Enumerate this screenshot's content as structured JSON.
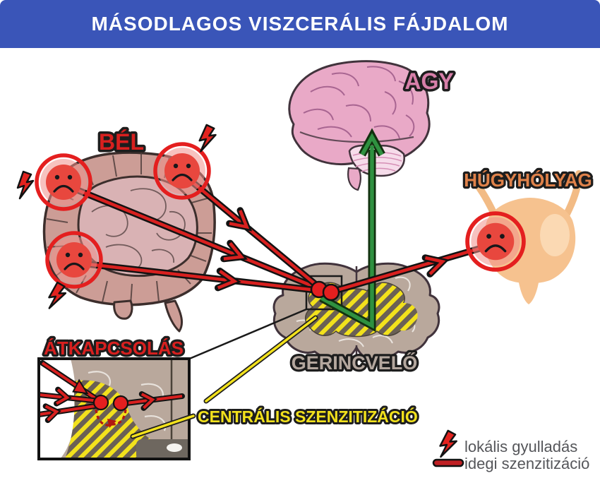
{
  "header": {
    "title": "MÁSODLAGOS VISZCERÁLIS FÁJDALOM"
  },
  "labels": {
    "brain": "AGY",
    "gut": "BÉL",
    "bladder": "HÚGYHÓLYAG",
    "spinal_cord": "GERINCVELŐ",
    "relay": "ÁTKAPCSOLÁS",
    "central_sensitization": "CENTRÁLIS SZENZITIZÁCIÓ"
  },
  "legend": {
    "items": [
      {
        "icon": "lightning-bolt-icon",
        "label": "lokális gyulladás"
      },
      {
        "icon": "nerve-line-icon",
        "label": "idegi szenzitizáció"
      }
    ]
  },
  "colors": {
    "header_bg": "#3a55b8",
    "header_text": "#ffffff",
    "accent_red": "#d8201f",
    "brain_pink": "#e9a9c7",
    "brain_label_pink": "#d77fa9",
    "gut_mauve": "#cc9d96",
    "small_intestine_pink": "#d9b2b4",
    "bladder_peach": "#f6c28f",
    "bladder_label_orange": "#e0824a",
    "cord_taupe": "#b9a89c",
    "cord_label_taupe": "#b4a79e",
    "sensitization_yellow": "#f2e11c",
    "ascending_green": "#2f9140",
    "legend_text_gray": "#55565a"
  }
}
